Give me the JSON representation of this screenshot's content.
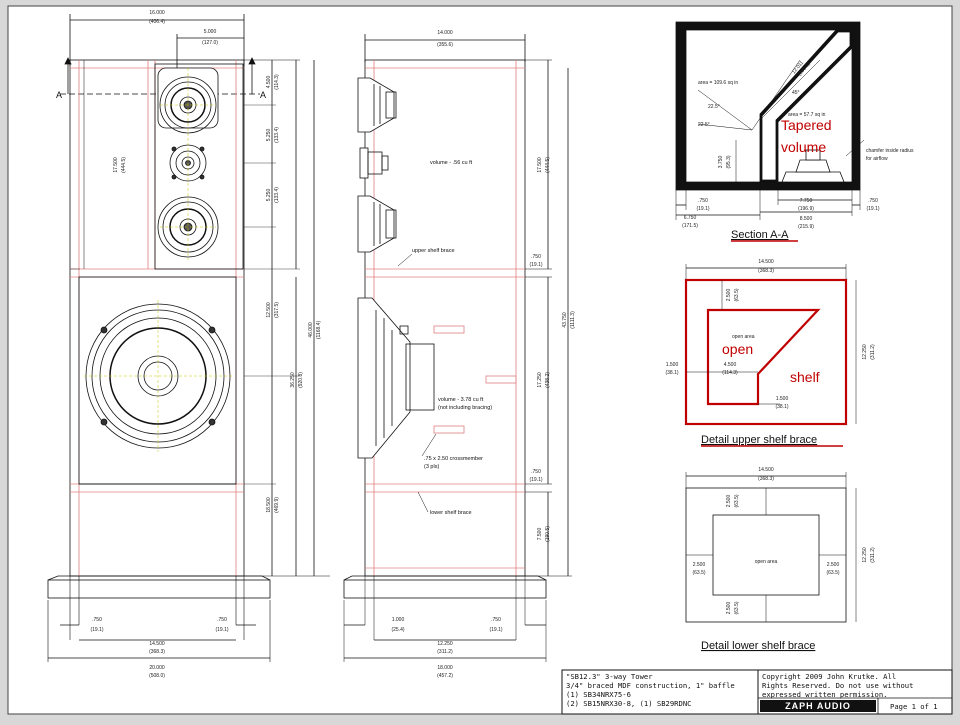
{
  "colors": {
    "background": "#d8d8d8",
    "sheet": "#ffffff",
    "panel_line": "#e08080",
    "annotation": "#c00000",
    "ink": "#111111"
  },
  "front_view": {
    "overall_width": "16.000",
    "overall_width_mm": "(406.4)",
    "tweeter_offset": "5.000",
    "tweeter_offset_mm": "(127.0)",
    "section_marker_left": "A",
    "section_marker_right": "A",
    "dim_4500": "4.500",
    "dim_4500_mm": "(114.3)",
    "dim_5250_a": "5.250",
    "dim_5250_a_mm": "(133.4)",
    "dim_5250_b": "5.250",
    "dim_5250_b_mm": "(133.4)",
    "upper_height": "17.500",
    "upper_height_mm": "(444.5)",
    "woofer_height": "12.500",
    "woofer_height_mm": "(317.5)",
    "total_height": "46.000",
    "total_height_mm": "(1168.4)",
    "woofer_center": "36.250",
    "woofer_center_mm": "(920.8)",
    "bottom_height": "18.500",
    "bottom_height_mm": "(469.9)",
    "side_left": ".750",
    "side_left_mm": "(19.1)",
    "side_right": ".750",
    "side_right_mm": "(19.1)",
    "inner_width": "14.500",
    "inner_width_mm": "(368.3)",
    "plinth_width": "20.000",
    "plinth_width_mm": "(508.0)"
  },
  "side_view": {
    "depth": "14.000",
    "depth_mm": "(355.6)",
    "upper_volume": "volume - .56 cu ft",
    "upper_shelf_brace": "upper shelf brace",
    "lower_volume_1": "volume - 3.78 cu ft",
    "lower_volume_2": "(not including bracing)",
    "crossmember_1": ".75 x 2.50 crossmember",
    "crossmember_2": "(3 pls)",
    "lower_shelf_brace": "lower shelf brace",
    "dim_17500": "17.500",
    "dim_17500_mm": "(444.5)",
    "dim_750_a": ".750",
    "dim_750_a_mm": "(19.1)",
    "dim_43750": "43.750",
    "dim_43750_mm": "(1111.3)",
    "dim_17250": "17.250",
    "dim_17250_mm": "(438.2)",
    "dim_750_b": ".750",
    "dim_750_b_mm": "(19.1)",
    "dim_7500": "7.500",
    "dim_7500_mm": "(190.5)",
    "dim_1000": "1.000",
    "dim_1000_mm": "(25.4)",
    "dim_750_c": ".750",
    "dim_750_c_mm": "(19.1)",
    "inner_depth": "12.250",
    "inner_depth_mm": "(311.2)",
    "plinth_depth": "18.000",
    "plinth_depth_mm": "(457.2)"
  },
  "section_aa": {
    "title": "Section A-A",
    "area_top": "area = 109.6 sq in",
    "area_bottom": "area = 57.7 sq in",
    "angle_1": "22.5°",
    "angle_2": "22.5°",
    "angle_3": "45°",
    "diag": "12.011",
    "diag_mm": "(305.1)",
    "height_3750": "3.750",
    "height_3750_mm": "(95.3)",
    "chamfer_1": "chamfer inside radius",
    "chamfer_2": "for airflow",
    "dim_7750": "7.750",
    "dim_7750_mm": "(196.9)",
    "dim_8500": "8.500",
    "dim_8500_mm": "(215.9)",
    "dim_750_l": ".750",
    "dim_750_l_mm": "(19.1)",
    "dim_750_r": ".750",
    "dim_750_r_mm": "(19.1)",
    "dim_6750": "6.750",
    "dim_6750_mm": "(171.5)",
    "annotation_line1": "Tapered",
    "annotation_line2": "volume"
  },
  "upper_brace": {
    "title": "Detail upper shelf brace",
    "width": "14.500",
    "width_mm": "(368.3)",
    "height": "12.250",
    "height_mm": "(311.2)",
    "dim_2500": "2.500",
    "dim_2500_mm": "(63.5)",
    "open_area": "open area",
    "dim_4500": "4.500",
    "dim_4500_mm": "(114.3)",
    "dim_1500_l": "1.500",
    "dim_1500_l_mm": "(38.1)",
    "dim_1500_b": "1.500",
    "dim_1500_b_mm": "(38.1)",
    "annotation_open": "open",
    "annotation_shelf": "shelf"
  },
  "lower_brace": {
    "title": "Detail lower shelf brace",
    "width": "14.500",
    "width_mm": "(368.3)",
    "height": "12.250",
    "height_mm": "(311.2)",
    "dim_top": "2.500",
    "dim_top_mm": "(63.5)",
    "dim_left": "2.500",
    "dim_left_mm": "(63.5)",
    "dim_right": "2.500",
    "dim_right_mm": "(63.5)",
    "dim_bottom": "2.500",
    "dim_bottom_mm": "(63.5)",
    "open_area": "open area"
  },
  "title_block": {
    "line1": "\"SB12.3\" 3-way Tower",
    "line2": "3/4\" braced MDF construction, 1\" baffle",
    "line3": "(1) SB34NRX75-6",
    "line4": "(2) SB15NRX30-8, (1) SB29RDNC",
    "copy1": "Copyright 2009 John Krutke.  All",
    "copy2": "Rights Reserved.  Do not use without",
    "copy3": "expressed written permission.",
    "brand": "ZAPH AUDIO",
    "page": "Page 1 of 1"
  }
}
